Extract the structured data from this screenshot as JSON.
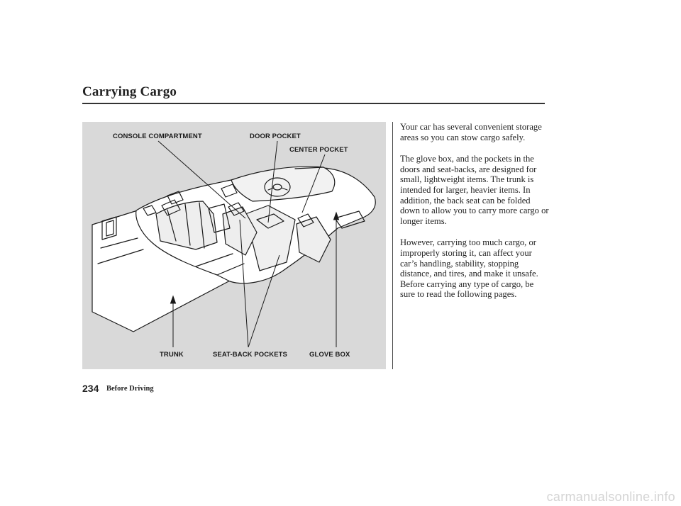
{
  "header": {
    "title": "Carrying Cargo"
  },
  "figure": {
    "callouts": {
      "console": "CONSOLE COMPARTMENT",
      "door": "DOOR POCKET",
      "center": "CENTER POCKET",
      "trunk": "TRUNK",
      "seatback": "SEAT-BACK POCKETS",
      "glovebox": "GLOVE BOX"
    }
  },
  "body": {
    "paragraphs": [
      "Your car has several convenient storage areas so you can stow cargo safely.",
      "The glove box, and the pockets in the doors and seat-backs, are designed for small, lightweight items. The trunk is intended for larger, heavier items. In addition, the back seat can be folded down to allow you to carry more cargo or longer items.",
      "However, carrying too much cargo, or improperly storing it, can affect your car’s handling, stability, stopping distance, and tires, and make it unsafe. Before carrying any type of cargo, be sure to read the following pages."
    ]
  },
  "footer": {
    "page_number": "234",
    "section": "Before Driving"
  },
  "watermark": "carmanualsonline.info"
}
